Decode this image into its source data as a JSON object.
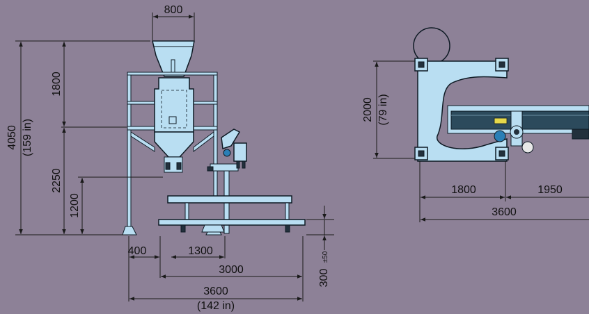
{
  "front_view": {
    "hopper_width": "800",
    "total_height": "4050",
    "total_height_in": "(159 in)",
    "upper_height": "1800",
    "lower_height": "2250",
    "spout_height": "1200",
    "offset_left": "400",
    "offset_mid": "1300",
    "length_inner": "3000",
    "length_total": "3600",
    "length_total_in": "(142 in)",
    "conveyor_height": "300",
    "conveyor_tolerance": "±50"
  },
  "top_view": {
    "depth": "2000",
    "depth_in": "(79 in)",
    "left_span": "1800",
    "right_span": "1950",
    "total_span": "3600"
  },
  "colors": {
    "background": "#8d8197",
    "machine_fill": "#b9def2",
    "outline": "#0e1a24",
    "belt": "#2c4a5c"
  }
}
